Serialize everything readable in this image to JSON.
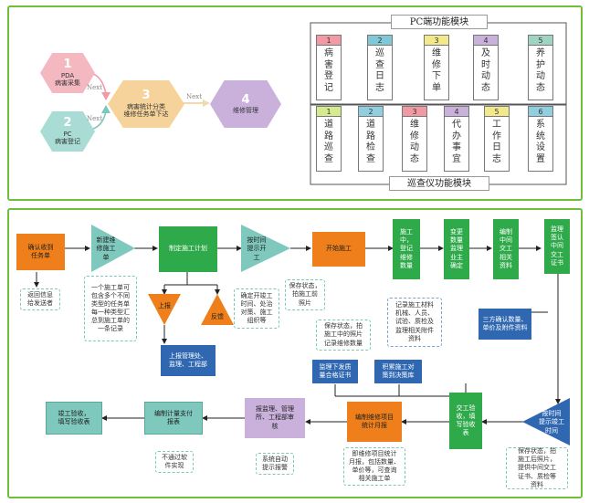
{
  "top": {
    "hex": [
      {
        "num": "1",
        "label": "PDA\n病害采集"
      },
      {
        "num": "2",
        "label": "PC\n病害登记"
      },
      {
        "num": "3",
        "label": "病害统计分类\n维修任务单下达"
      },
      {
        "num": "4",
        "label": "维修管理"
      }
    ],
    "next": [
      "Next",
      "Next",
      "Next"
    ],
    "pc_title": "PC端功能模块",
    "pc_modules": [
      {
        "num": "1",
        "text": "病害登记",
        "color": "#f29aa4"
      },
      {
        "num": "2",
        "text": "巡查日志",
        "color": "#7ec8d8"
      },
      {
        "num": "3",
        "text": "维修下单",
        "color": "#f2ea8a"
      },
      {
        "num": "4",
        "text": "及时动态",
        "color": "#c9b1dc"
      },
      {
        "num": "5",
        "text": "养护动态",
        "color": "#9fd3c2"
      }
    ],
    "xcy_title": "巡查仪功能模块",
    "xcy_modules": [
      {
        "num": "1",
        "text": "道路巡查",
        "color": "#d6ea8e"
      },
      {
        "num": "2",
        "text": "道路检查",
        "color": "#8fcfe0"
      },
      {
        "num": "3",
        "text": "维修动态",
        "color": "#f29aa4"
      },
      {
        "num": "4",
        "text": "代办事宜",
        "color": "#c9b1dc"
      },
      {
        "num": "5",
        "text": "工作日志",
        "color": "#f2ea8a"
      },
      {
        "num": "6",
        "text": "系统设置",
        "color": "#8fcfe0"
      }
    ]
  },
  "flow": {
    "confirm_task": "确认收到\n任务单",
    "new_task": "新建维\n修施工\n单",
    "make_plan": "制定施工计划",
    "report_start": "按时间\n提示开\n工",
    "start_work": "开始施工",
    "register_qty": "施工\n中，\n登记\n维修\n数量",
    "change_qty": "变更\n数量\n监理\n业主\n确定",
    "compile_mid": "编制\n中间\n交工\n相关\n资料",
    "supervisor_sign": "监理\n签认\n中间\n交工\n证书",
    "report_up": "上报",
    "feedback": "反馈",
    "report_mgmt": "上报管理处、\n监理、工程部",
    "confirm_plan_note": "确定开竣工\n时间、处治\n对策、施工\n组织等",
    "return_info": "返回信息\n给发送者",
    "task_note": "一个施工单可\n包含多个不同\n类型的任务单\n每一种类型汇\n总到施工单的\n一条记录",
    "save_status_photo": "保存状态，\n拍施工前\n照片",
    "save_status_mid": "保存状态，拍\n施工中的照片\n记录维修数量",
    "record_materials": "记录施工材料\n机械、人员、\n试验、质检及\n监理相关附件\n资料",
    "third_party": "三方确认数量、\n单价及附件资料",
    "supervisor_cert": "监理下发质\n量合格证书",
    "accum_lib": "积累施工对\n策到决策库",
    "monthly_stats": "编制维修项目\n统计月报",
    "monthly_note": "即维修项目统计\n月报，包括数量、\n单价等，可查询\n相关施工单",
    "handover_accept": "交工验\n收，填\n写验收\n表",
    "remind_handover": "按时间\n提示竣工\n时间",
    "save_status_end": "保存状态，拍\n施工后照片，\n提供中间交工\n证书、质检等\n资料",
    "report_units": "报监理、管理\n所、工程部审\n核",
    "auto_remind": "系统自动\n提示报警",
    "compile_payment": "编制计量支付\n报表",
    "not_software": "不通过软\n件实现",
    "final_accept": "竣工验收，\n填写验收表"
  }
}
